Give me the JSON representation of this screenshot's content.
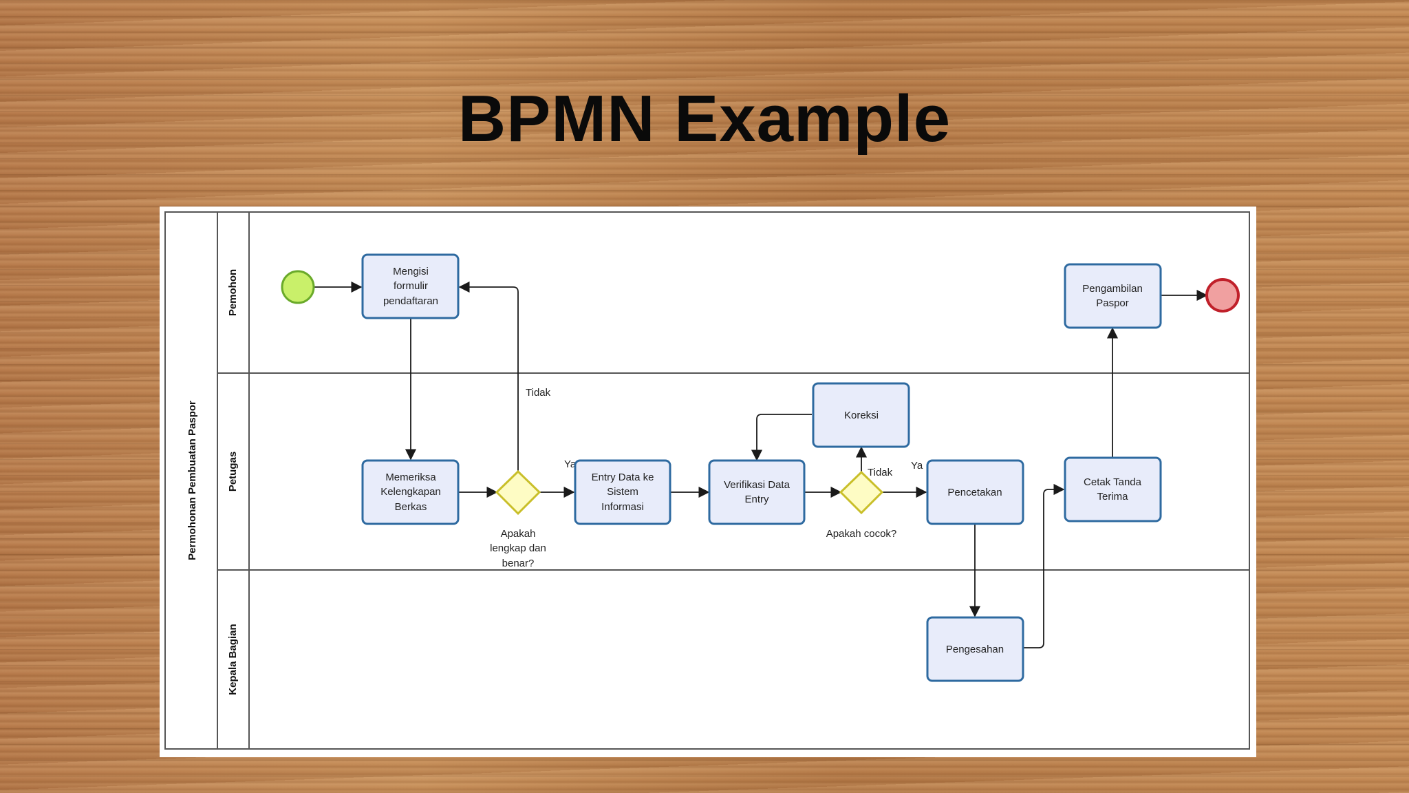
{
  "slide": {
    "title": "BPMN Example"
  },
  "pool": {
    "name": "Permohonan Pembuatan Paspor"
  },
  "lanes": [
    {
      "id": "pemohon",
      "name": "Pemohon"
    },
    {
      "id": "petugas",
      "name": "Petugas"
    },
    {
      "id": "kepala",
      "name": "Kepala Bagian"
    }
  ],
  "tasks": {
    "mengisi": [
      "Mengisi",
      "formulir",
      "pendaftaran"
    ],
    "memeriksa": [
      "Memeriksa",
      "Kelengkapan",
      "Berkas"
    ],
    "entry": [
      "Entry Data ke",
      "Sistem",
      "Informasi"
    ],
    "verifikasi": [
      "Verifikasi Data",
      "Entry"
    ],
    "koreksi": [
      "Koreksi"
    ],
    "pencetakan": [
      "Pencetakan"
    ],
    "pengesahan": [
      "Pengesahan"
    ],
    "cetak": [
      "Cetak Tanda",
      "Terima"
    ],
    "pengambilan": [
      "Pengambilan",
      "Paspor"
    ]
  },
  "gateways": {
    "gw1": [
      "Apakah",
      "lengkap dan",
      "benar?"
    ],
    "gw2": [
      "Apakah cocok?"
    ]
  },
  "flow_labels": {
    "gw1_no": "Tidak",
    "gw1_yes": "Ya",
    "gw2_no": "Tidak",
    "gw2_yes": "Ya"
  },
  "colors": {
    "task_fill": "#e8ecfa",
    "task_border": "#2e6aa0",
    "start_event": "#c9f06a",
    "end_event": "#f0a0a0",
    "gateway": "#fefcc4"
  }
}
